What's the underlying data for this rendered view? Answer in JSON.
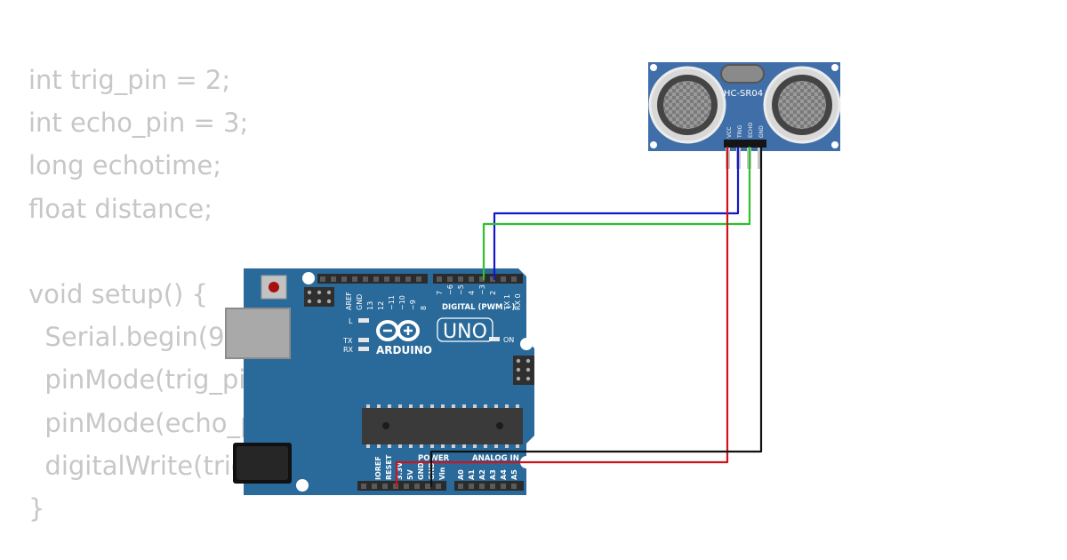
{
  "code_lines": [
    "int trig_pin = 2;",
    "int echo_pin = 3;",
    "long echotime;",
    "float distance;",
    "",
    "void setup() {",
    "  Serial.begin(9600);",
    "  pinMode(trig_pin, OUTPUT);",
    "  pinMode(echo_pin, INPUT);",
    "  digitalWrite(trig_pin, LOW);",
    "}"
  ],
  "sensor": {
    "model": "HC-SR04",
    "pins": [
      "VCC",
      "TRIG",
      "ECHO",
      "GND"
    ]
  },
  "arduino": {
    "brand": "ARDUINO",
    "model": "UNO",
    "digital_header": "DIGITAL (PWM ~)",
    "digital_pins": [
      "AREF",
      "GND",
      "13",
      "12",
      "~11",
      "~10",
      "~9",
      "8",
      "7",
      "~6",
      "~5",
      "4",
      "~3",
      "2",
      "TX 1",
      "RX 0"
    ],
    "led_labels": [
      "L",
      "TX",
      "RX",
      "ON"
    ],
    "power_header": "POWER",
    "power_pins": [
      "IOREF",
      "RESET",
      "3.3V",
      "5V",
      "GND",
      "GND",
      "Vin"
    ],
    "analog_header": "ANALOG IN",
    "analog_pins": [
      "A0",
      "A1",
      "A2",
      "A3",
      "A4",
      "A5"
    ]
  },
  "wire_colors": {
    "trig": "#1515c8",
    "echo": "#2fbf2f",
    "vcc": "#d0121b",
    "gnd": "#111111"
  },
  "board_color": "#2a6a9a",
  "sensor_color": "#3f6ea8"
}
